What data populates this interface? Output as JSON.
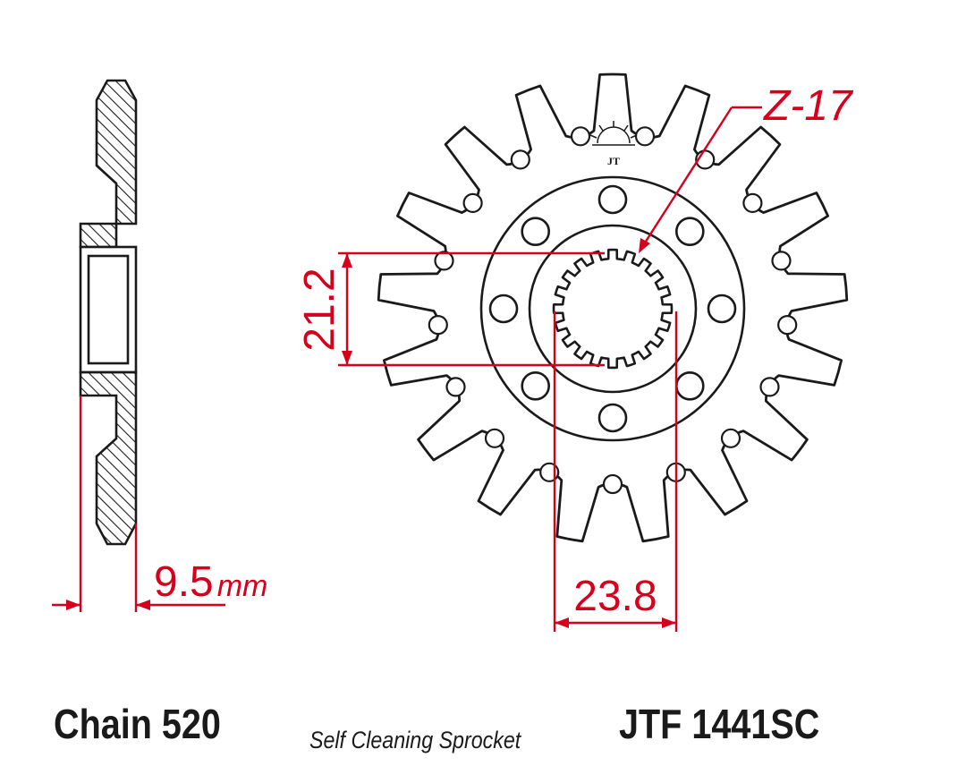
{
  "labels": {
    "tooth_count": "Z-17",
    "inner_diameter": "21.2",
    "outer_spline": "23.8",
    "thickness_value": "9.5",
    "thickness_unit": "mm",
    "chain": "Chain 520",
    "subtitle": "Self Cleaning Sprocket",
    "part_number": "JTF 1441SC"
  },
  "colors": {
    "outline": "#1a1a1a",
    "dimension": "#d6001c",
    "hatch": "#1a1a1a",
    "fill": "#ffffff"
  },
  "icons": {
    "logo": "jt-sun-logo-icon"
  }
}
